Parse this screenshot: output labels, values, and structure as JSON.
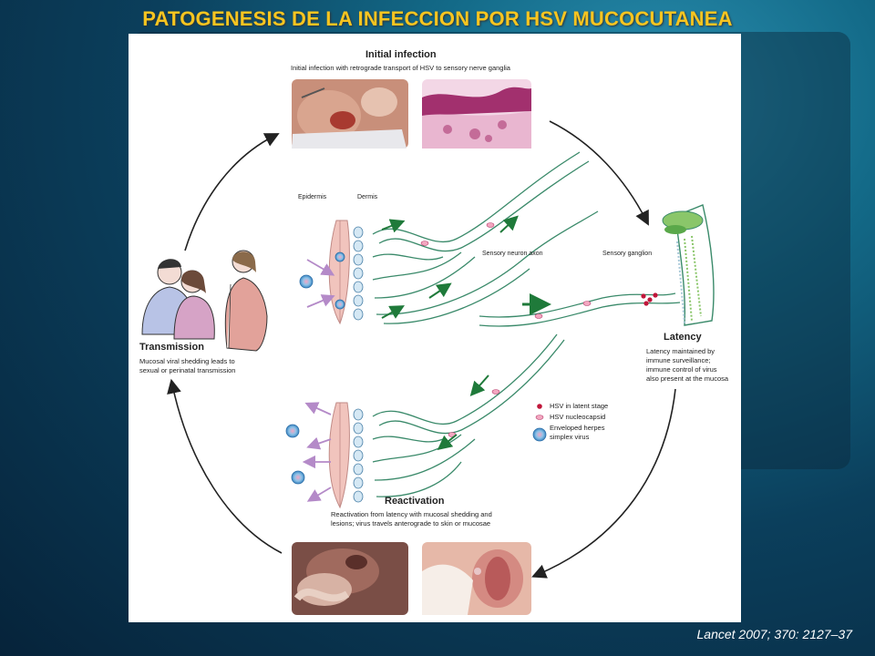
{
  "slide": {
    "title": "PATOGENESIS DE LA INFECCION POR HSV MUCOCUTANEA",
    "citation": "Lancet 2007; 370: 2127–37"
  },
  "figure": {
    "initial": {
      "heading": "Initial infection",
      "text": "Initial infection with retrograde transport of HSV to sensory nerve ganglia"
    },
    "latency": {
      "heading": "Latency",
      "text_lines": [
        "Latency maintained by",
        "immune surveillance;",
        "immune control of virus",
        "also present at the mucosa"
      ]
    },
    "reactivation": {
      "heading": "Reactivation",
      "text_lines": [
        "Reactivation from latency with mucosal shedding and",
        "lesions; virus travels anterograde to skin or mucosae"
      ]
    },
    "transmission": {
      "heading": "Transmission",
      "text_lines": [
        "Mucosal viral shedding leads to",
        "sexual or perinatal transmission"
      ]
    },
    "labels": {
      "epidermis": "Epidermis",
      "dermis": "Dermis",
      "axon": "Sensory neuron axon",
      "ganglion": "Sensory ganglion"
    },
    "legend": [
      {
        "label": "HSV in latent stage"
      },
      {
        "label": "HSV nucleocapsid"
      },
      {
        "label": "Enveloped herpes simplex virus"
      }
    ],
    "colors": {
      "nerve": "#3a8a6a",
      "skin": "#f1c4bd",
      "arrow_green": "#1f7a3a",
      "arrow_purple": "#b48ac8",
      "latent": "#c0163a"
    }
  }
}
